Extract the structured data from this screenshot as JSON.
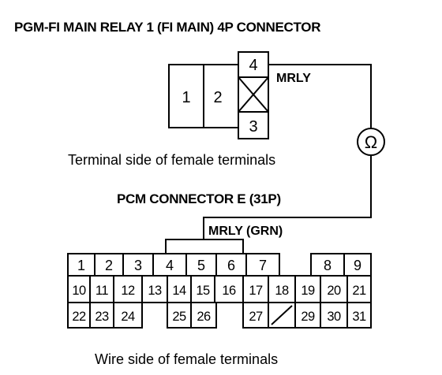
{
  "relay": {
    "title": "PGM-FI MAIN RELAY 1 (FI MAIN) 4P CONNECTOR",
    "pins": {
      "p1": "1",
      "p2": "2",
      "p3": "3",
      "p4": "4"
    },
    "wire_label": "MRLY",
    "caption": "Terminal side of female terminals"
  },
  "meter": {
    "symbol": "Ω"
  },
  "pcm": {
    "title": "PCM CONNECTOR E (31P)",
    "wire_label": "MRLY (GRN)",
    "caption": "Wire side of female terminals",
    "row1": [
      "1",
      "2",
      "3",
      "4",
      "5",
      "6",
      "7",
      "8",
      "9"
    ],
    "row2": [
      "10",
      "11",
      "12",
      "13",
      "14",
      "15",
      "16",
      "17",
      "18",
      "19",
      "20",
      "21"
    ],
    "row3": [
      "22",
      "23",
      "24",
      "25",
      "26",
      "27",
      "29",
      "30",
      "31"
    ]
  }
}
